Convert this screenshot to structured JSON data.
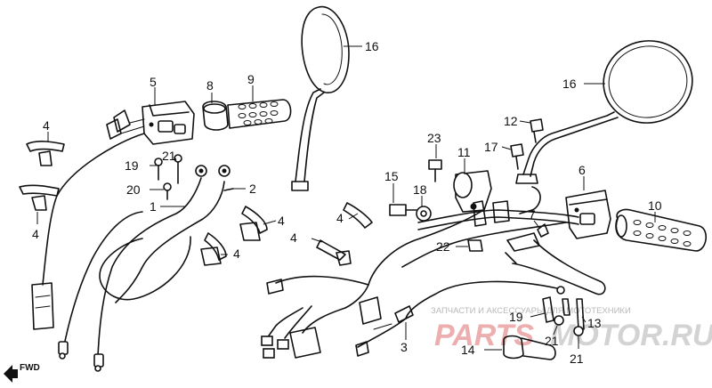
{
  "callouts": [
    {
      "id": "c-16a",
      "text": "16"
    },
    {
      "id": "c-16b",
      "text": "16"
    },
    {
      "id": "c-5",
      "text": "5"
    },
    {
      "id": "c-8",
      "text": "8"
    },
    {
      "id": "c-9",
      "text": "9"
    },
    {
      "id": "c-4a",
      "text": "4"
    },
    {
      "id": "c-4b",
      "text": "4"
    },
    {
      "id": "c-4c",
      "text": "4"
    },
    {
      "id": "c-4d",
      "text": "4"
    },
    {
      "id": "c-4e",
      "text": "4"
    },
    {
      "id": "c-4f",
      "text": "4"
    },
    {
      "id": "c-21a",
      "text": "21"
    },
    {
      "id": "c-19a",
      "text": "19"
    },
    {
      "id": "c-20",
      "text": "20"
    },
    {
      "id": "c-2",
      "text": "2"
    },
    {
      "id": "c-1",
      "text": "1"
    },
    {
      "id": "c-12",
      "text": "12"
    },
    {
      "id": "c-17",
      "text": "17"
    },
    {
      "id": "c-23",
      "text": "23"
    },
    {
      "id": "c-11",
      "text": "11"
    },
    {
      "id": "c-6",
      "text": "6"
    },
    {
      "id": "c-10",
      "text": "10"
    },
    {
      "id": "c-15",
      "text": "15"
    },
    {
      "id": "c-18",
      "text": "18"
    },
    {
      "id": "c-7",
      "text": "7"
    },
    {
      "id": "c-22",
      "text": "22"
    },
    {
      "id": "c-3",
      "text": "3"
    },
    {
      "id": "c-19b",
      "text": "19"
    },
    {
      "id": "c-21b",
      "text": "21"
    },
    {
      "id": "c-13",
      "text": "13"
    },
    {
      "id": "c-14",
      "text": "14"
    },
    {
      "id": "c-21c",
      "text": "21"
    }
  ],
  "fwd_label": "FWD",
  "watermark": {
    "top_text": "ЗАПЧАСТИ И АКСЕССУАРЫ ДЛЯ МОТОТЕХНИКИ",
    "brand_a": "PARTS",
    "brand_b": "MOTOR.RU"
  },
  "colors": {
    "ink": "#111111",
    "watermark_red": "#e9a0a0",
    "watermark_gray": "#cccccc"
  }
}
